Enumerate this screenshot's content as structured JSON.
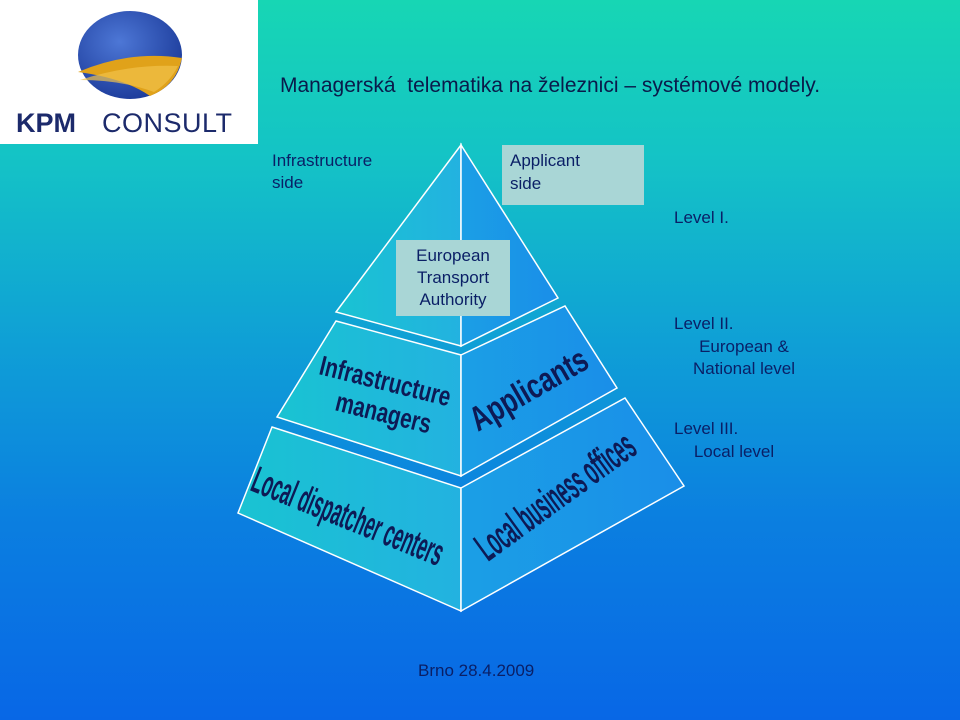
{
  "logo": {
    "name_bold": "KPM",
    "name_rest": "CONSULT",
    "colors": {
      "navy": "#1c2a6b",
      "gold": "#e0a21a",
      "blue": "#2a4fae"
    }
  },
  "title": "Managerská  telematika na železnici – systémové modely.",
  "labels": {
    "infrastructure_side": [
      "Infrastructure",
      "side"
    ],
    "applicant_side": [
      "Applicant",
      "side"
    ]
  },
  "pyramid": {
    "apex": [
      "European",
      "Transport",
      "Authority"
    ],
    "level2_left": [
      "Infrastructure",
      "managers"
    ],
    "level2_right": "Applicants",
    "level3_left": "Local dispatcher centers",
    "level3_right": "Local business offices"
  },
  "levels": {
    "level1": {
      "title": "Level I."
    },
    "level2": {
      "title": "Level II.",
      "desc": [
        "European &",
        "National level"
      ]
    },
    "level3": {
      "title": "Level III.",
      "desc": "Local level"
    }
  },
  "footer": "Brno 28.4.2009",
  "colors": {
    "bg_top": "#17d6b4",
    "bg_bottom": "#0867e6",
    "label_box": "#a9d6d6",
    "text_dark": "#0a1f66"
  }
}
